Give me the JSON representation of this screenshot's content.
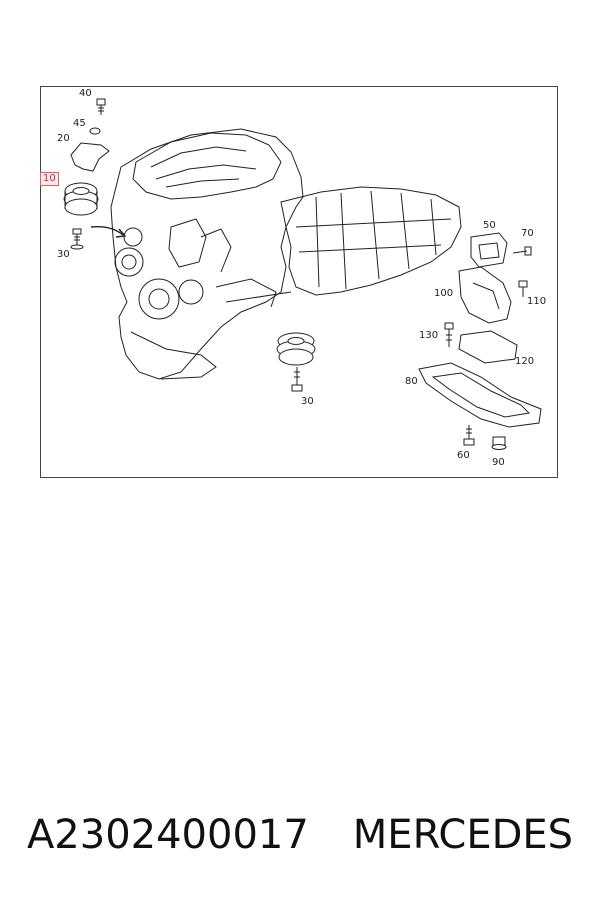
{
  "callouts": [
    {
      "id": "40",
      "label": "40",
      "highlighted": false
    },
    {
      "id": "45",
      "label": "45",
      "highlighted": false
    },
    {
      "id": "20",
      "label": "20",
      "highlighted": false
    },
    {
      "id": "10",
      "label": "10",
      "highlighted": true
    },
    {
      "id": "30a",
      "label": "30",
      "highlighted": false
    },
    {
      "id": "30b",
      "label": "30",
      "highlighted": false
    },
    {
      "id": "50",
      "label": "50",
      "highlighted": false
    },
    {
      "id": "70",
      "label": "70",
      "highlighted": false
    },
    {
      "id": "100",
      "label": "100",
      "highlighted": false
    },
    {
      "id": "110",
      "label": "110",
      "highlighted": false
    },
    {
      "id": "130",
      "label": "130",
      "highlighted": false
    },
    {
      "id": "120",
      "label": "120",
      "highlighted": false
    },
    {
      "id": "80",
      "label": "80",
      "highlighted": false
    },
    {
      "id": "60",
      "label": "60",
      "highlighted": false
    },
    {
      "id": "90",
      "label": "90",
      "highlighted": false
    }
  ],
  "footer": {
    "part_number": "A2302400017",
    "brand": "MERCEDES"
  },
  "colors": {
    "highlight_border": "#e05a66",
    "highlight_fill": "#fde8ea",
    "line": "#222222"
  }
}
